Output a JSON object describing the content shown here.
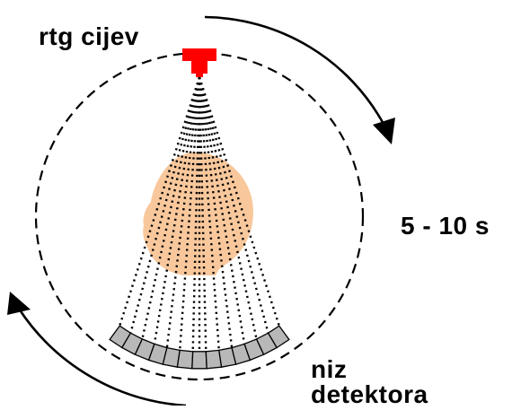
{
  "labels": {
    "tube": "rtg cijev",
    "time": "5 - 10 s",
    "detector_line1": "niz",
    "detector_line2": "detektora"
  },
  "colors": {
    "tube": "#ff0000",
    "head": "#f8c89c",
    "detector_cell": "#b8b8b8",
    "stroke": "#000000"
  },
  "detector_cell_count": 13,
  "beam_ray_count": 14
}
